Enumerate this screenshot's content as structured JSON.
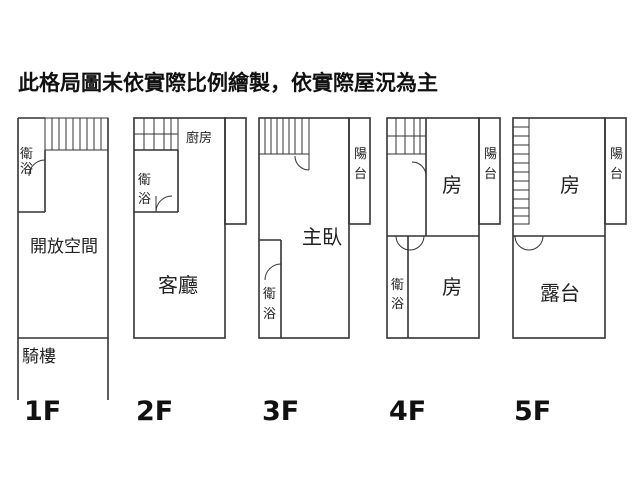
{
  "title": "此格局圖未依實際比例繪製，依實際屋況為主",
  "floors": [
    {
      "label": "1F",
      "rooms": {
        "bathroom": [
          "衛",
          "浴"
        ],
        "open_space": "開放空間",
        "arcade": "騎樓"
      }
    },
    {
      "label": "2F",
      "rooms": {
        "kitchen": "廚房",
        "bathroom": [
          "衛",
          "浴"
        ],
        "living_room": "客廳"
      }
    },
    {
      "label": "3F",
      "rooms": {
        "balcony": [
          "陽",
          "台"
        ],
        "master_bedroom": "主臥",
        "bathroom": [
          "衛",
          "浴"
        ]
      }
    },
    {
      "label": "4F",
      "rooms": {
        "balcony": [
          "陽",
          "台"
        ],
        "room_top": "房",
        "bathroom": [
          "衛",
          "浴"
        ],
        "room_bottom": "房"
      }
    },
    {
      "label": "5F",
      "rooms": {
        "balcony": [
          "陽",
          "台"
        ],
        "room": "房",
        "terrace": "露台"
      }
    }
  ]
}
